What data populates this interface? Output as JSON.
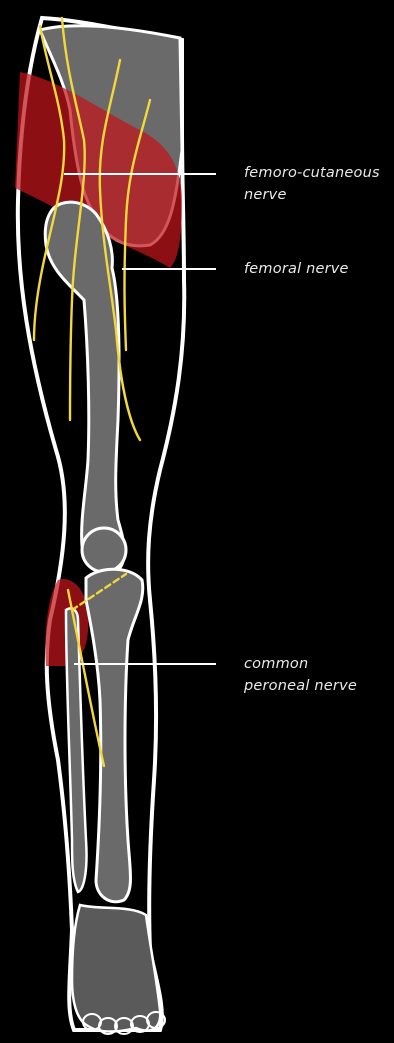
{
  "colors": {
    "background": "#000000",
    "outline": "#ffffff",
    "bone": "#6a6a6a",
    "nerve": "#f2d83a",
    "region": "#c0151b",
    "label_text": "#e9e9e9"
  },
  "labels": {
    "femoro_cutaneous": {
      "line1": "femoro-cutaneous",
      "line2": "nerve"
    },
    "femoral": {
      "line1": "femoral nerve"
    },
    "common_peroneal": {
      "line1": "common",
      "line2": "peroneal nerve"
    }
  }
}
